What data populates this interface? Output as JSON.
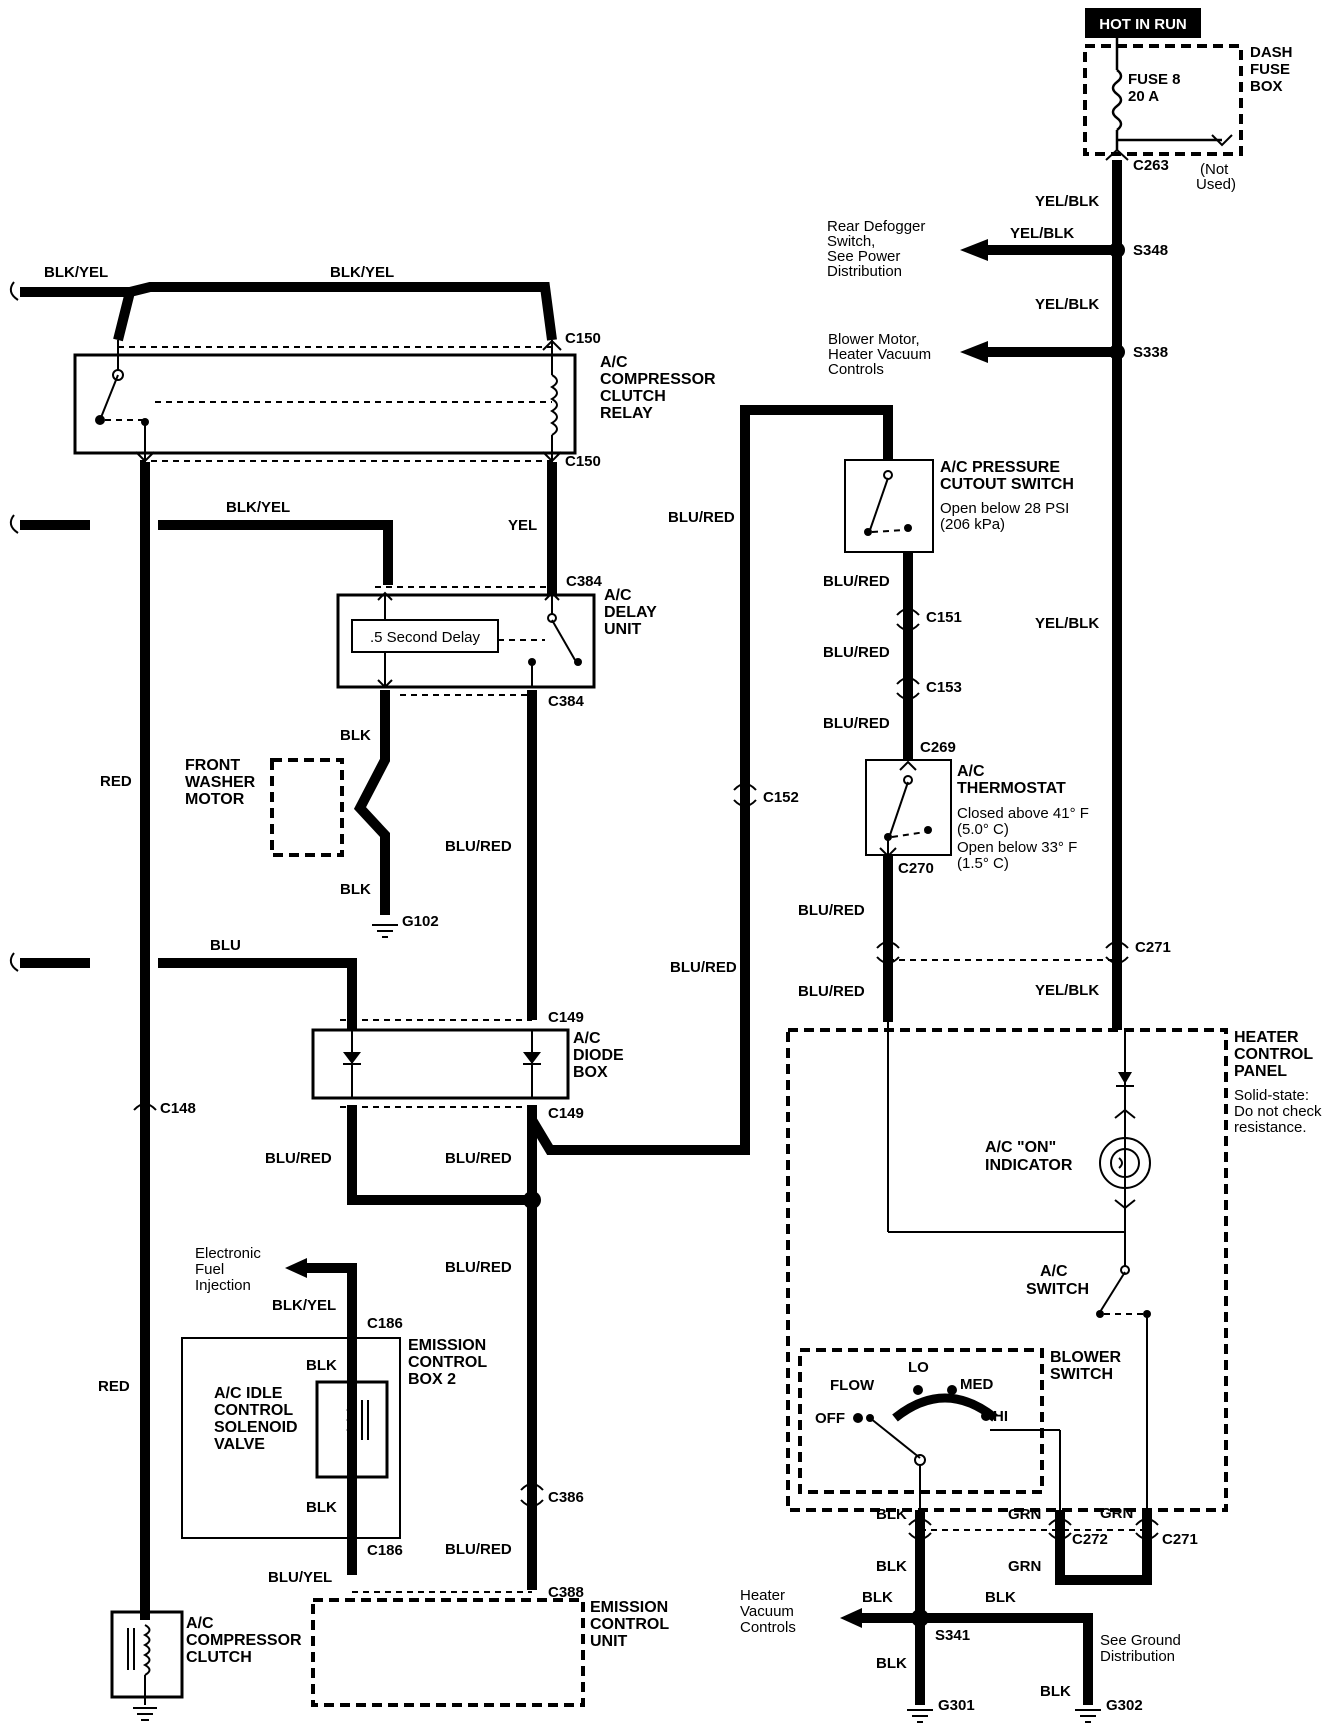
{
  "hot_in_run": "HOT IN RUN",
  "dash_fuse_box": [
    "DASH",
    "FUSE",
    "BOX"
  ],
  "fuse": [
    "FUSE 8",
    "20 A"
  ],
  "not_used": [
    "(Not",
    "Used)"
  ],
  "connectors": {
    "c263": "C263",
    "s348": "S348",
    "s338": "S338",
    "c150a": "C150",
    "c150b": "C150",
    "c384a": "C384",
    "c384b": "C384",
    "g102": "G102",
    "c149a": "C149",
    "c149b": "C149",
    "c148": "C148",
    "c186a": "C186",
    "c186b": "C186",
    "c386": "C386",
    "c388": "C388",
    "c152": "C152",
    "c151": "C151",
    "c153": "C153",
    "c269": "C269",
    "c270": "C270",
    "c271a": "C271",
    "c271b": "C271",
    "c272": "C272",
    "s341": "S341",
    "g301": "G301",
    "g302": "G302"
  },
  "wires": {
    "yel_blk_1": "YEL/BLK",
    "yel_blk_2": "YEL/BLK",
    "yel_blk_3": "YEL/BLK",
    "yel_blk_4": "YEL/BLK",
    "yel_blk_5": "YEL/BLK",
    "blk_yel_1": "BLK/YEL",
    "blk_yel_2": "BLK/YEL",
    "blk_yel_3": "BLK/YEL",
    "blk_yel_4": "BLK/YEL",
    "yel": "YEL",
    "blk_1": "BLK",
    "blk_2": "BLK",
    "red_1": "RED",
    "red_2": "RED",
    "blu": "BLU",
    "blu_red_1": "BLU/RED",
    "blu_red_2": "BLU/RED",
    "blu_red_3": "BLU/RED",
    "blu_red_4": "BLU/RED",
    "blu_red_5": "BLU/RED",
    "blu_red_6": "BLU/RED",
    "blu_red_7": "BLU/RED",
    "blu_red_8": "BLU/RED",
    "blu_red_9": "BLU/RED",
    "blu_red_10": "BLU/RED",
    "blu_red_11": "BLU/RED",
    "blu_red_12": "BLU/RED",
    "blk_3": "BLK",
    "blk_4": "BLK",
    "blu_yel": "BLU/YEL",
    "blk_5": "BLK",
    "blk_6": "BLK",
    "blk_7": "BLK",
    "blk_8": "BLK",
    "blk_9": "BLK",
    "blk_10": "BLK",
    "grn_1": "GRN",
    "grn_2": "GRN",
    "grn_3": "GRN"
  },
  "references": {
    "rear_defogger": [
      "Rear Defogger",
      "Switch,",
      "See Power",
      "Distribution"
    ],
    "blower_motor": [
      "Blower Motor,",
      "Heater Vacuum",
      "Controls"
    ],
    "efi": [
      "Electronic",
      "Fuel",
      "Injection"
    ],
    "heater_vacuum": [
      "Heater",
      "Vacuum",
      "Controls"
    ],
    "ground_dist": [
      "See Ground",
      "Distribution"
    ]
  },
  "components": {
    "clutch_relay": [
      "A/C",
      "COMPRESSOR",
      "CLUTCH",
      "RELAY"
    ],
    "delay_unit": [
      "A/C",
      "DELAY",
      "UNIT"
    ],
    "delay_text": ".5 Second Delay",
    "washer": [
      "FRONT",
      "WASHER",
      "MOTOR"
    ],
    "diode_box": [
      "A/C",
      "DIODE",
      "BOX"
    ],
    "solenoid": [
      "A/C IDLE",
      "CONTROL",
      "SOLENOID",
      "VALVE"
    ],
    "emission_box2": [
      "EMISSION",
      "CONTROL",
      "BOX 2"
    ],
    "compressor_clutch": [
      "A/C",
      "COMPRESSOR",
      "CLUTCH"
    ],
    "emission_unit": [
      "EMISSION",
      "CONTROL",
      "UNIT"
    ],
    "pressure_switch": [
      "A/C PRESSURE",
      "CUTOUT SWITCH"
    ],
    "pressure_note": [
      "Open below 28 PSI",
      "(206 kPa)"
    ],
    "thermostat": [
      "A/C",
      "THERMOSTAT"
    ],
    "thermostat_note": [
      "Closed above 41° F",
      "(5.0° C)",
      "Open below 33° F",
      "(1.5° C)"
    ],
    "heater_panel": [
      "HEATER",
      "CONTROL",
      "PANEL"
    ],
    "heater_note": [
      "Solid-state:",
      "Do not check",
      "resistance."
    ],
    "indicator": [
      "A/C \"ON\"",
      "INDICATOR"
    ],
    "ac_switch": [
      "A/C",
      "SWITCH"
    ],
    "blower_switch": [
      "BLOWER",
      "SWITCH"
    ],
    "blower_positions": {
      "flow": "FLOW",
      "lo": "LO",
      "med": "MED",
      "off": "OFF",
      "hi": "HI"
    }
  }
}
